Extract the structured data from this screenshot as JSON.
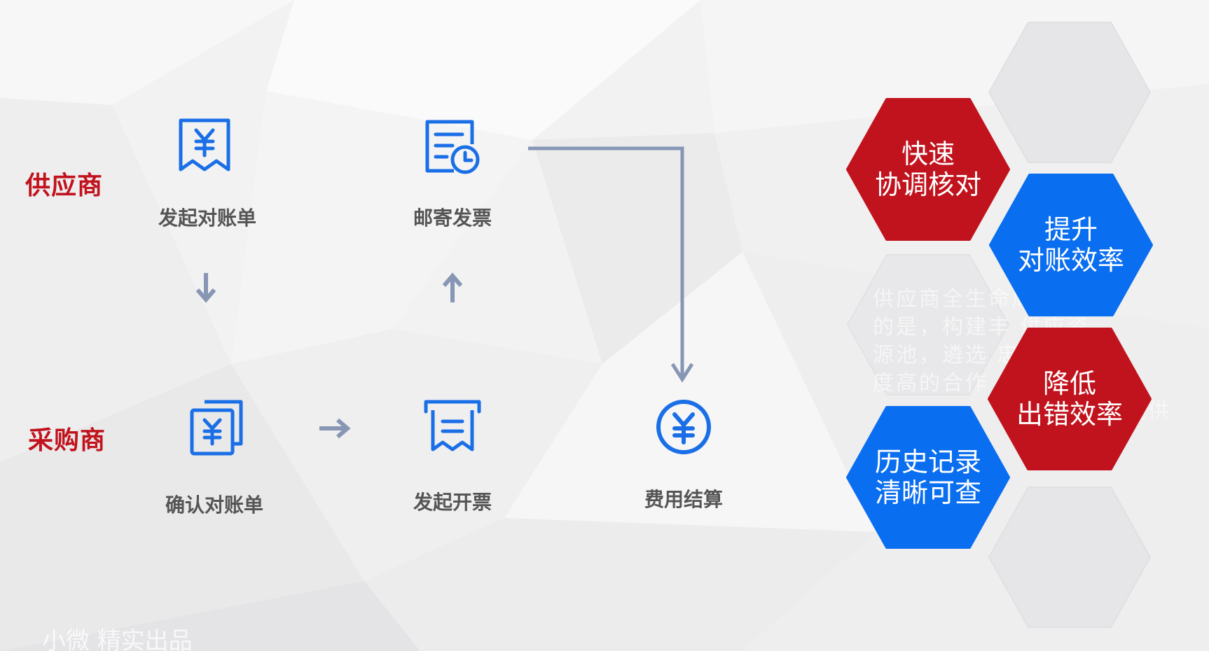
{
  "roles": {
    "supplier": "供应商",
    "buyer": "采购商"
  },
  "steps": {
    "initiate_statement": "发起对账单",
    "mail_invoice": "邮寄发票",
    "confirm_statement": "确认对账单",
    "initiate_invoicing": "发起开票",
    "settlement": "费用结算"
  },
  "benefits": [
    {
      "line1": "快速",
      "line2": "协调核对"
    },
    {
      "line1": "提升",
      "line2": "对账效率"
    },
    {
      "line1": "降低",
      "line2": "出错效率"
    },
    {
      "line1": "历史记录",
      "line2": "清晰可查"
    }
  ],
  "ghost_lines": [
    "供应商全生命周 主要目",
    "的是，构建丰 供应资",
    "源池，遴选 忠诚",
    "度高的合作 潜在",
    "提供"
  ],
  "watermark": "小微 精实出品",
  "colors": {
    "accent_red": "#c1131d",
    "accent_blue": "#0a6ef0",
    "icon_blue": "#1a6fe6",
    "arrow_gray": "#8696b4",
    "label_gray": "#555555"
  },
  "icons": {
    "initiate_statement": "receipt-yuan-icon",
    "mail_invoice": "document-clock-icon",
    "confirm_statement": "stacked-yuan-docs-icon",
    "initiate_invoicing": "invoice-print-icon",
    "settlement": "yuan-circle-icon"
  }
}
